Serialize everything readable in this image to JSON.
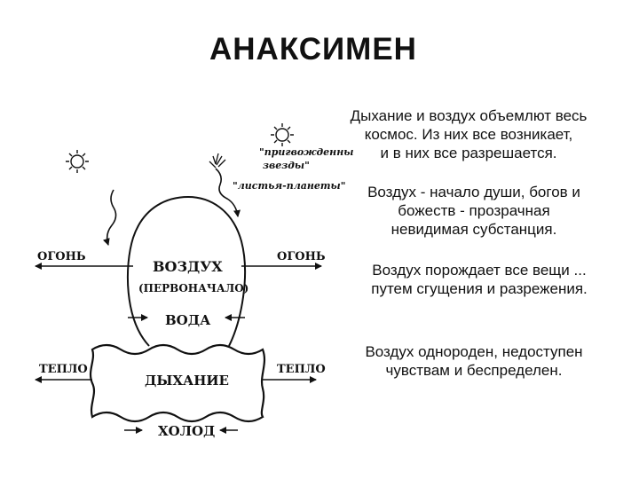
{
  "title": "АНАКСИМЕН",
  "statements": [
    "Дыхание и воздух объемлют весь\nкосмос. Из них все возникает,\nи в них все разрешается.",
    "Воздух - начало души, богов и\nбожеств - прозрачная\nневидимая субстанция.",
    "Воздух порождает все вещи ...\nпутем сгущения и разрежения.",
    "Воздух однороден, недоступен\nчувствам и беспределен."
  ],
  "diagram": {
    "fire_left": "ОГОНЬ",
    "fire_right": "ОГОНЬ",
    "air": "ВОЗДУХ",
    "first_principle": "(ПЕРВОНАЧАЛО)",
    "water": "ВОДА",
    "breath": "ДЫХАНИЕ",
    "heat_left": "ТЕПЛО",
    "heat_right": "ТЕПЛО",
    "cold": "ХОЛОД",
    "fixed_stars_line1": "\"пригвожденны",
    "fixed_stars_line2": "звезды\"",
    "leaves_planets": "\"листья-планеты\""
  }
}
